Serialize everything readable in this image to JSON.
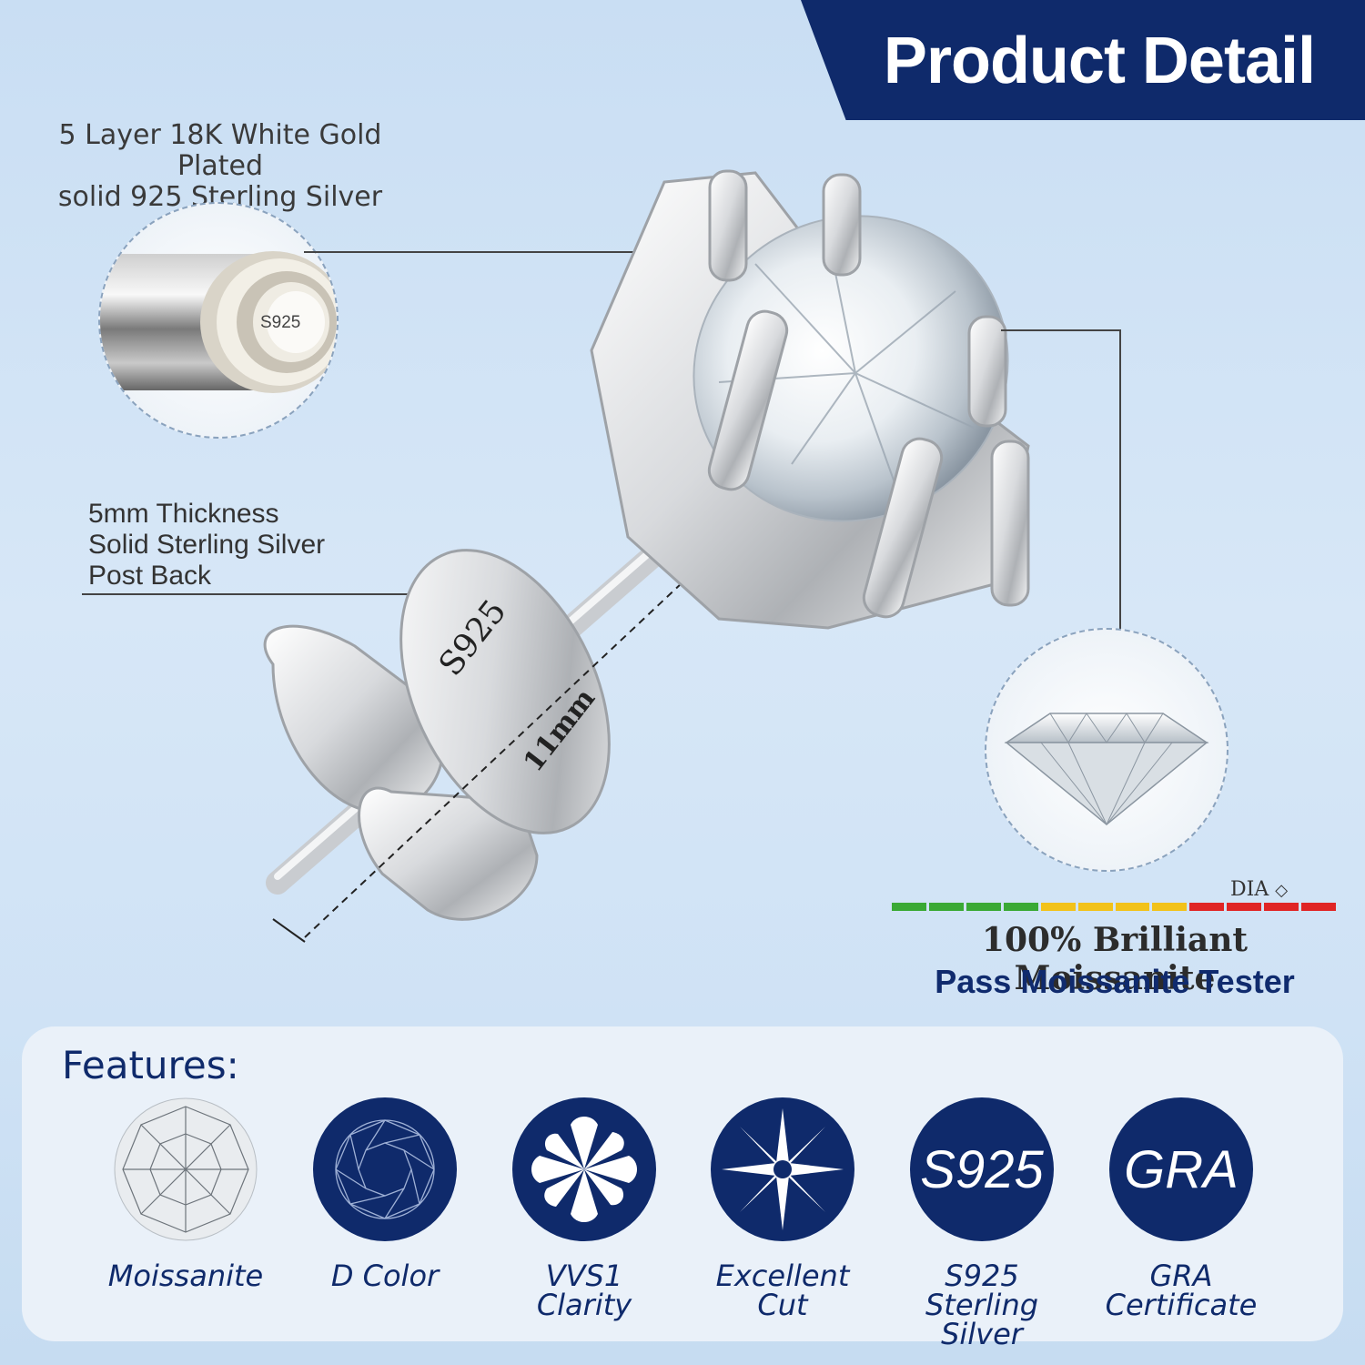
{
  "banner": {
    "title": "Product Detail"
  },
  "callouts": {
    "material_line1": "5 Layer 18K White Gold Plated",
    "material_line2": "solid 925 Sterling Silver",
    "stamp": "S925",
    "thickness_line1": "5mm Thickness",
    "thickness_line2": "Solid Sterling Silver",
    "thickness_line3": "Post Back",
    "back_stamp": "S925",
    "length": "11mm"
  },
  "tester": {
    "dia_label": "DIA",
    "title": "100% Brilliant Moissanite",
    "subtitle": "Pass Moissanite Tester",
    "bar_colors": [
      "#3aa935",
      "#3aa935",
      "#3aa935",
      "#3aa935",
      "#f2c21a",
      "#f2c21a",
      "#f2c21a",
      "#f2c21a",
      "#e02525",
      "#e02525",
      "#e02525",
      "#e02525"
    ]
  },
  "features": {
    "title": "Features:",
    "items": [
      {
        "label1": "Moissanite",
        "label2": ""
      },
      {
        "label1": "D Color",
        "label2": ""
      },
      {
        "label1": "VVS1",
        "label2": "Clarity"
      },
      {
        "label1": "Excellent",
        "label2": "Cut"
      },
      {
        "label1": "S925",
        "label2": "Sterling Silver",
        "disc": "S925"
      },
      {
        "label1": "GRA",
        "label2": "Certificate",
        "disc": "GRA"
      }
    ]
  },
  "colors": {
    "navy": "#0f2a6b",
    "accent": "#102b6e"
  }
}
